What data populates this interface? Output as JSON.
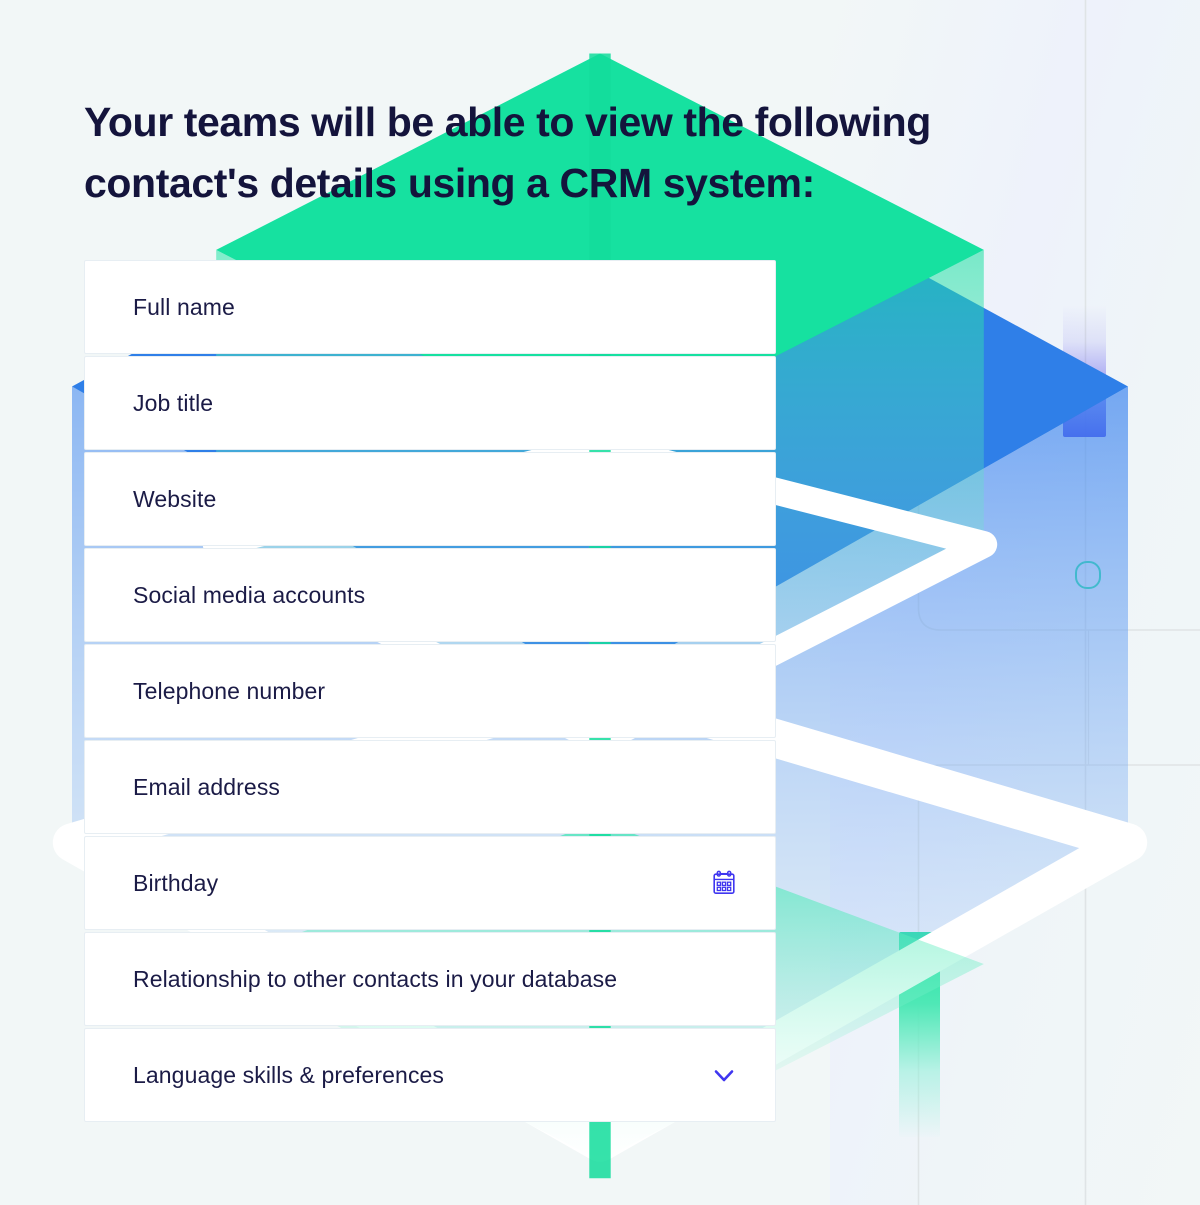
{
  "page": {
    "background_color": "#f2f7f7",
    "title": "Your teams will be able to view the following contact's details using a CRM system:",
    "title_color": "#14143c"
  },
  "field_list": {
    "rows": [
      {
        "label": "Full name",
        "icon": null
      },
      {
        "label": "Job title",
        "icon": null
      },
      {
        "label": "Website",
        "icon": null
      },
      {
        "label": "Social media accounts",
        "icon": null
      },
      {
        "label": "Telephone number",
        "icon": null
      },
      {
        "label": "Email address",
        "icon": null
      },
      {
        "label": "Birthday",
        "icon": "calendar-icon"
      },
      {
        "label": "Relationship to other contacts in your database",
        "icon": null
      },
      {
        "label": "Language skills & preferences",
        "icon": "chevron-down-icon"
      }
    ],
    "row_background": "#ffffff",
    "row_border_color": "#e7eef3",
    "label_color": "#1b1b46",
    "icon_color": "#3f36f0"
  },
  "decoration": {
    "panel_gradient_from": "#eef2fb",
    "panel_gradient_to": "#f2f7f7",
    "line_color": "#dfe4e6",
    "blue_bar_color": "#3e34e8",
    "green_bar_color": "#25e2a5",
    "blue_ring_color": "#2f7fe8",
    "green_ring_color": "#2be3a4",
    "blue_cube_color": "#2f7fe8",
    "green_cube_color": "#16e1a0",
    "elements": [
      "vertical-line-right",
      "vertical-line-mid",
      "rounded-path-upper",
      "rounded-path-lower",
      "blue-gradient-bar",
      "green-gradient-bar",
      "blue-ring",
      "green-ring",
      "blue-cube",
      "green-cube"
    ]
  }
}
